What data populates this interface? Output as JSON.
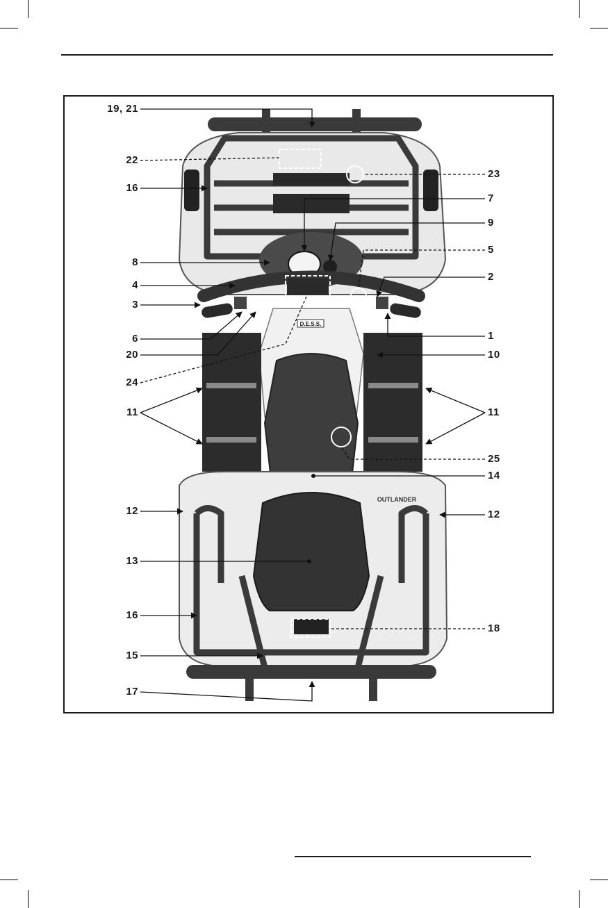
{
  "figure": {
    "callouts_left": [
      {
        "id": "c19_21",
        "text": "19, 21"
      },
      {
        "id": "c22",
        "text": "22"
      },
      {
        "id": "c16a",
        "text": "16"
      },
      {
        "id": "c8",
        "text": "8"
      },
      {
        "id": "c4",
        "text": "4"
      },
      {
        "id": "c3",
        "text": "3"
      },
      {
        "id": "c6",
        "text": "6"
      },
      {
        "id": "c20",
        "text": "20"
      },
      {
        "id": "c24",
        "text": "24"
      },
      {
        "id": "c11a",
        "text": "11"
      },
      {
        "id": "c12a",
        "text": "12"
      },
      {
        "id": "c13",
        "text": "13"
      },
      {
        "id": "c16b",
        "text": "16"
      },
      {
        "id": "c15",
        "text": "15"
      },
      {
        "id": "c17",
        "text": "17"
      }
    ],
    "callouts_right": [
      {
        "id": "c23",
        "text": "23"
      },
      {
        "id": "c7",
        "text": "7"
      },
      {
        "id": "c9",
        "text": "9"
      },
      {
        "id": "c5",
        "text": "5"
      },
      {
        "id": "c2",
        "text": "2"
      },
      {
        "id": "c1",
        "text": "1"
      },
      {
        "id": "c10",
        "text": "10"
      },
      {
        "id": "c11b",
        "text": "11"
      },
      {
        "id": "c25",
        "text": "25"
      },
      {
        "id": "c14",
        "text": "14"
      },
      {
        "id": "c12b",
        "text": "12"
      },
      {
        "id": "c18",
        "text": "18"
      }
    ],
    "vehicle_labels": {
      "dess_badge": "D.E.S.S.",
      "fender_logo": "OUTLANDER"
    }
  }
}
